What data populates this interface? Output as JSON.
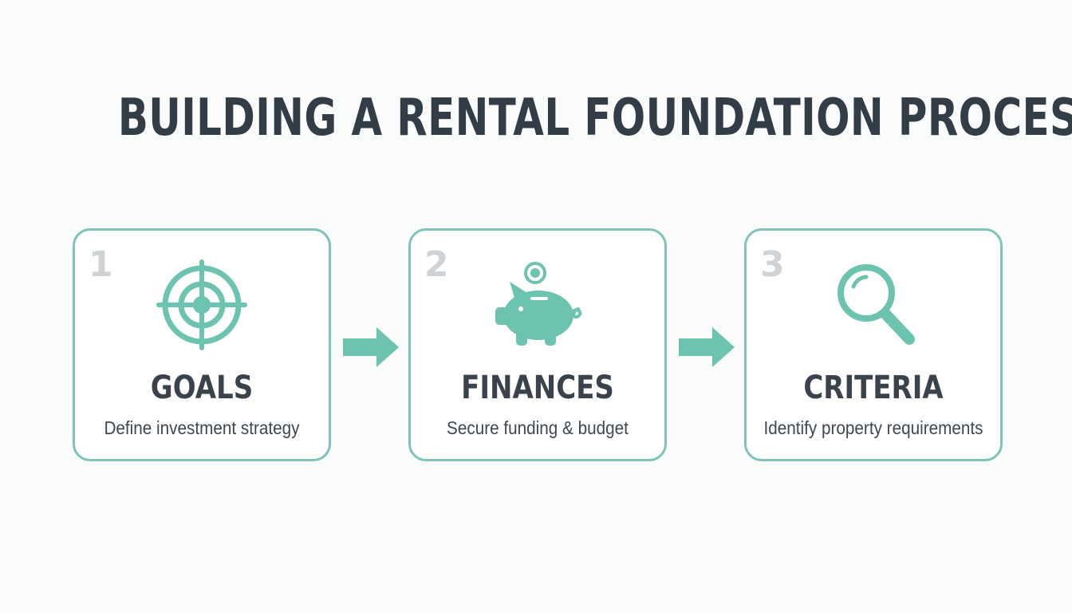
{
  "title": "BUILDING A RENTAL FOUNDATION PROCESS",
  "accent_color": "#6cc3b0",
  "steps": [
    {
      "number": "1",
      "label": "GOALS",
      "description": "Define investment strategy",
      "icon": "target-icon"
    },
    {
      "number": "2",
      "label": "FINANCES",
      "description": "Secure funding & budget",
      "icon": "piggy-bank-icon"
    },
    {
      "number": "3",
      "label": "CRITERIA",
      "description": "Identify property requirements",
      "icon": "magnifying-glass-icon"
    }
  ]
}
